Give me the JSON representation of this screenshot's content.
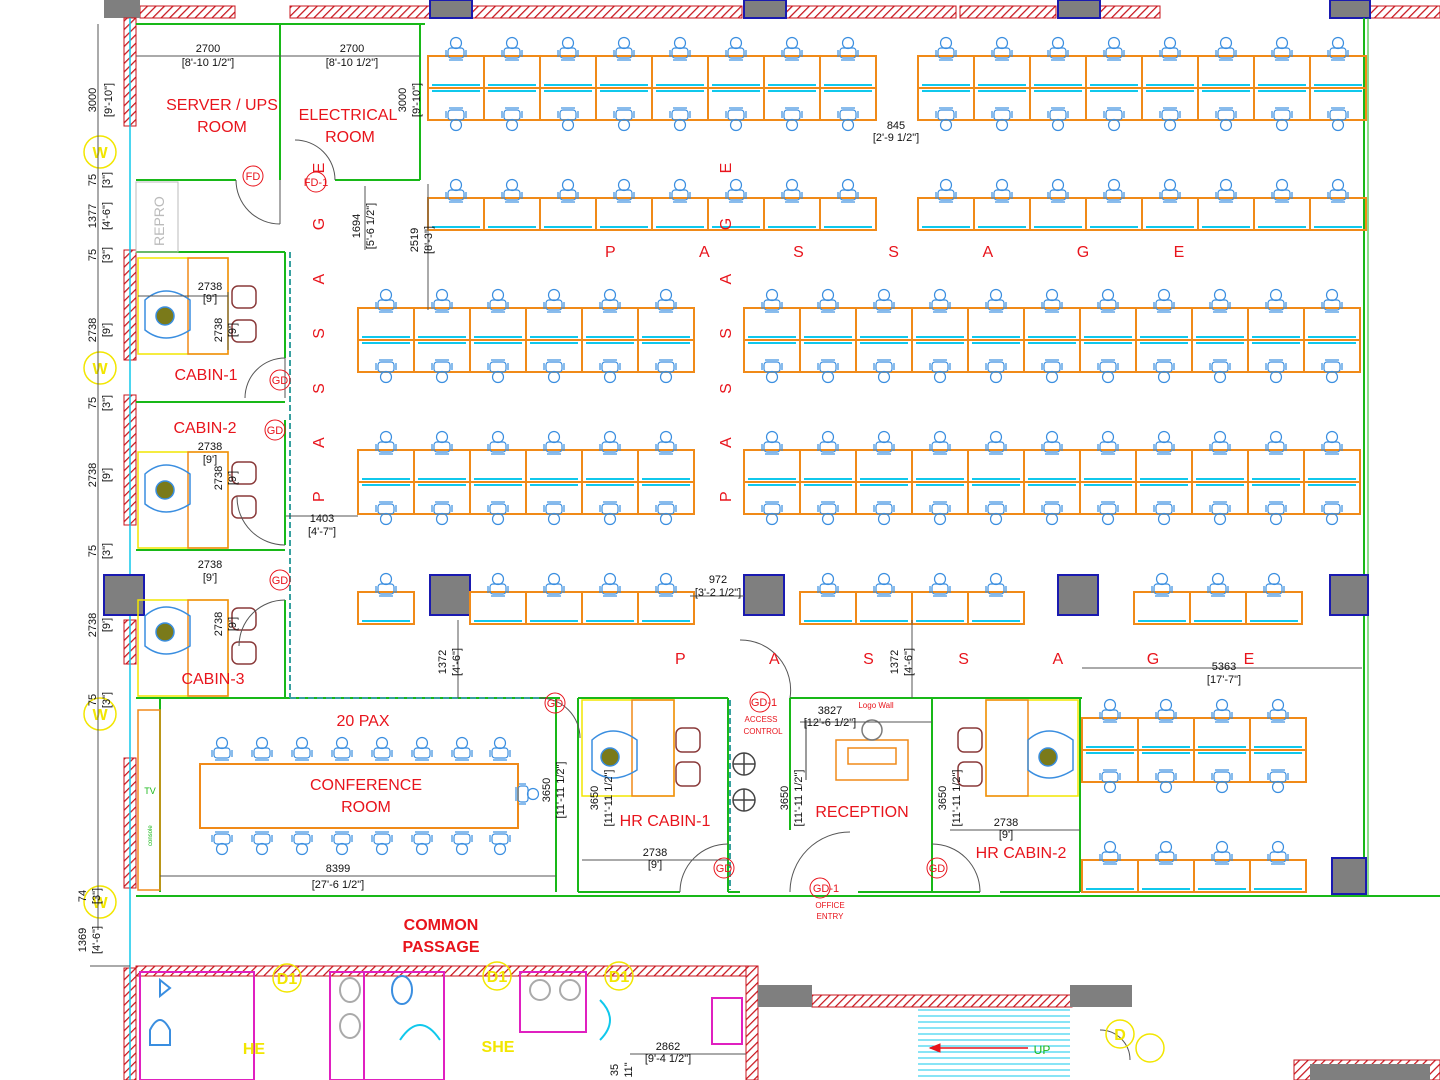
{
  "rooms": {
    "server": [
      "SERVER / UPS",
      "ROOM"
    ],
    "electrical": [
      "ELECTRICAL",
      "ROOM"
    ],
    "repro": "REPRO",
    "cabin1": "CABIN-1",
    "cabin2": "CABIN-2",
    "cabin3": "CABIN-3",
    "conference": [
      "20 PAX",
      "CONFERENCE",
      "ROOM"
    ],
    "hr1": "HR CABIN-1",
    "hr2": "HR CABIN-2",
    "reception": "RECEPTION",
    "access": [
      "ACCESS",
      "CONTROL"
    ],
    "logo_wall": "Logo Wall",
    "office_entry": [
      "OFFICE",
      "ENTRY"
    ],
    "common": [
      "COMMON",
      "PASSAGE"
    ],
    "he": "HE",
    "she": "SHE",
    "up": "UP",
    "tv": "TV",
    "console": "console"
  },
  "passage_word": "P A S S A G E",
  "door_tags": {
    "fd": "FD",
    "fd1": "FD-1",
    "gd": "GD",
    "gd1": "GD-1",
    "d1": "D1",
    "d": "D",
    "w": "W"
  },
  "dimensions": {
    "server_w": [
      "2700",
      "[8'-10 1/2\"]"
    ],
    "elec_w": [
      "2700",
      "[8'-10 1/2\"]"
    ],
    "left_3000": [
      "3000",
      "[9'-10\"]"
    ],
    "elec_3000": [
      "3000",
      "[9'-10\"]"
    ],
    "d75_1": [
      "75",
      "[3\"]"
    ],
    "d1377": [
      "1377",
      "[4'-6\"]"
    ],
    "d75_2": [
      "75",
      "[3\"]"
    ],
    "d2738_1": [
      "2738",
      "[9']"
    ],
    "d75_3": [
      "75",
      "[3\"]"
    ],
    "d2738_2": [
      "2738",
      "[9']"
    ],
    "d75_4": [
      "75",
      "[3\"]"
    ],
    "d2738_3": [
      "2738",
      "[9']"
    ],
    "d75_5": [
      "75",
      "[3\"]"
    ],
    "d74": [
      "74",
      "[3\"]"
    ],
    "d1369": [
      "1369",
      "[4'-6\"]"
    ],
    "cab1_w": [
      "2738",
      "[9']"
    ],
    "cab1_h": [
      "2738",
      "[9']"
    ],
    "cab2_w": [
      "2738",
      "[9']"
    ],
    "cab2_h": [
      "2738",
      "[9']"
    ],
    "cab3_w": [
      "2738",
      "[9']"
    ],
    "cab3_h": [
      "2738",
      "[9']"
    ],
    "d1694": [
      "1694",
      "[5'-6 1/2\"]"
    ],
    "d2519": [
      "2519",
      "[8'-3\"]"
    ],
    "d845": [
      "845",
      "[2'-9 1/2\"]"
    ],
    "d1403": [
      "1403",
      "[4'-7\"]"
    ],
    "d972": [
      "972",
      "[3'-2 1/2\"]"
    ],
    "d1372_1": [
      "1372",
      "[4'-6\"]"
    ],
    "d1372_2": [
      "1372",
      "[4'-6\"]"
    ],
    "d5363": [
      "5363",
      "[17'-7\"]"
    ],
    "d3827": [
      "3827",
      "[12'-6 1/2\"]"
    ],
    "d3650_1": [
      "3650",
      "[11'-11 1/2\"]"
    ],
    "d3650_2": [
      "3650",
      "[11'-11 1/2\"]"
    ],
    "d3650_3": [
      "3650",
      "[11'-11 1/2\"]"
    ],
    "d3650_4": [
      "3650",
      "[11'-11 1/2\"]"
    ],
    "d8399": [
      "8399",
      "[27'-6 1/2\"]"
    ],
    "hr1_w": [
      "2738",
      "[9']"
    ],
    "hr2_w": [
      "2738",
      "[9']"
    ],
    "d2862": [
      "2862",
      "[9'-4 1/2\"]"
    ],
    "d35": [
      "35",
      "11\""
    ]
  },
  "colors": {
    "label_red": "#e8141c",
    "desk_orange": "#f08a18",
    "screen_cyan": "#10c8ec",
    "chair_blue": "#3a8ee0",
    "wall_green": "#18b818",
    "column_grey": "#7f7f7f",
    "column_blue": "#1a1ab0",
    "magenta": "#e020c0",
    "yellow": "#f2e600",
    "brown_chair": "#8a3a3a"
  }
}
